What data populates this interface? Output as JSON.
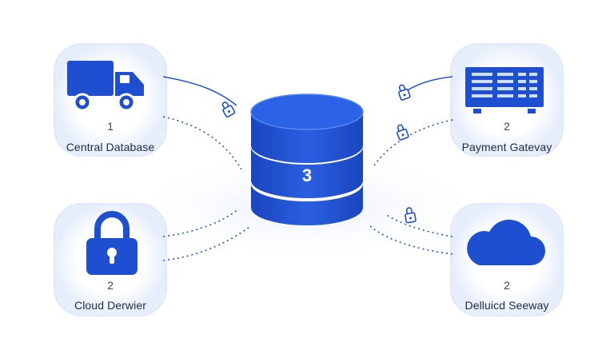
{
  "center": {
    "number": "3"
  },
  "nodes": {
    "top_left": {
      "icon": "truck-icon",
      "number": "1",
      "label": "Central Database"
    },
    "top_right": {
      "icon": "server-rack-icon",
      "number": "2",
      "label": "Payment Gatevay"
    },
    "bottom_left": {
      "icon": "padlock-icon",
      "number": "2",
      "label": "Cloud Derwier"
    },
    "bottom_right": {
      "icon": "cloud-icon",
      "number": "2",
      "label": "Delluicd Seeway"
    }
  },
  "connector_icon": "key-lock-icon",
  "colors": {
    "primary": "#1e4fd0",
    "primary_dark": "#1438a8",
    "primary_light": "#3b6ef0",
    "glow": "#dbe6fb",
    "line": "#2456d6"
  }
}
